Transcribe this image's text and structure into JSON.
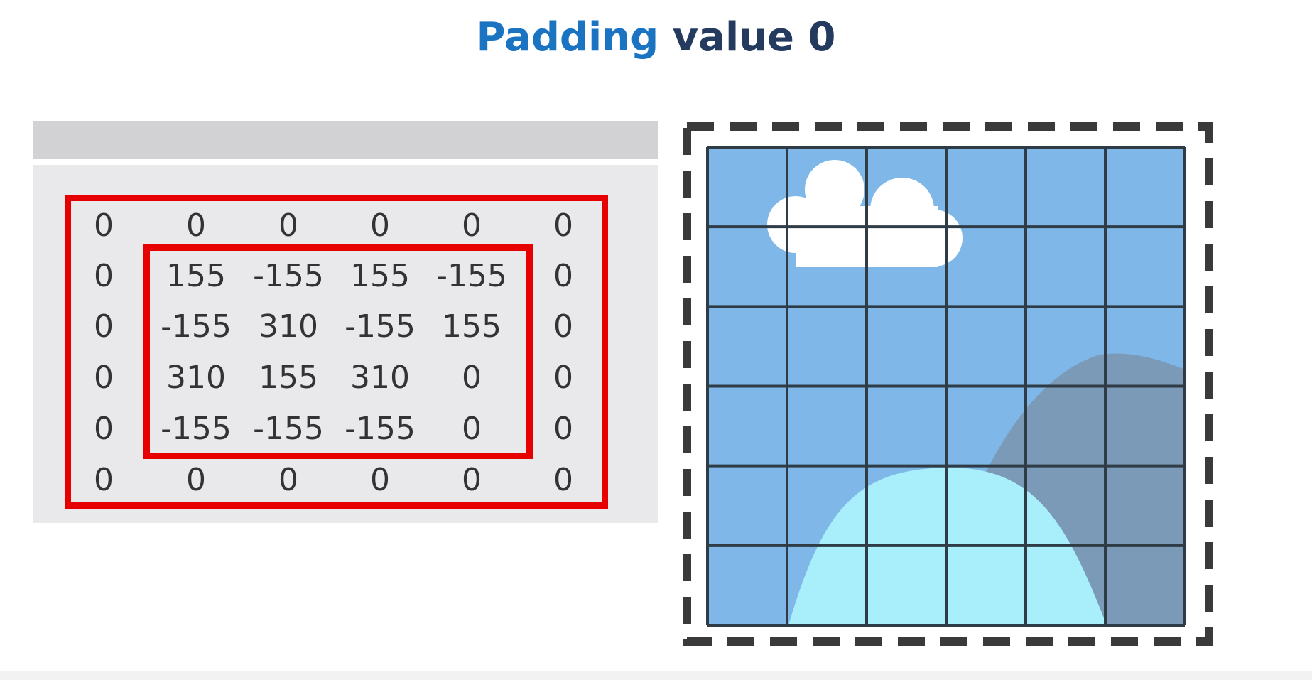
{
  "title": {
    "accent": "Padding",
    "rest": "value 0"
  },
  "matrix": {
    "rows": [
      [
        "0",
        "0",
        "0",
        "0",
        "0",
        "0"
      ],
      [
        "0",
        "155",
        "-155",
        "155",
        "-155",
        "0"
      ],
      [
        "0",
        "-155",
        "310",
        "-155",
        "155",
        "0"
      ],
      [
        "0",
        "310",
        "155",
        "310",
        "0",
        "0"
      ],
      [
        "0",
        "-155",
        "-155",
        "-155",
        "0",
        "0"
      ],
      [
        "0",
        "0",
        "0",
        "0",
        "0",
        "0"
      ]
    ]
  },
  "image": {
    "grid_rows": 6,
    "grid_cols": 6,
    "colors": {
      "sky": "#7fb8e8",
      "cloud": "#ffffff",
      "mountain": "#7b9ab8",
      "hill": "#a8eefb",
      "grid": "#2f3b45",
      "dashed_border": "#3a3a3a"
    }
  },
  "colors": {
    "title_accent": "#1a74c2",
    "title_dark": "#243a5e",
    "frame_red": "#e60000",
    "panel_bg": "#e9e9eb",
    "header_bar": "#d2d1d4",
    "number_text": "#333333"
  }
}
